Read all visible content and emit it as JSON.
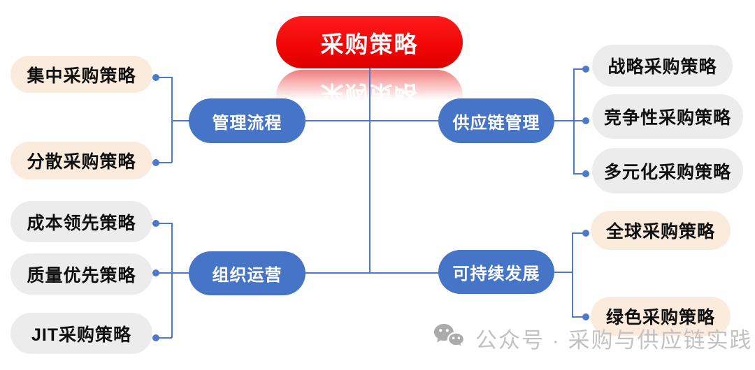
{
  "diagram": {
    "root": "采购策略",
    "groups": [
      {
        "branch": "管理流程",
        "side": "left-top",
        "leaves": [
          "集中采购策略",
          "分散采购策略"
        ],
        "leaf_style": "peach"
      },
      {
        "branch": "供应链管理",
        "side": "right-top",
        "leaves": [
          "战略采购策略",
          "竞争性采购策略",
          "多元化采购策略"
        ],
        "leaf_style": "gray"
      },
      {
        "branch": "组织运营",
        "side": "left-bottom",
        "leaves": [
          "成本领先策略",
          "质量优先策略",
          "JIT采购策略"
        ],
        "leaf_style": "gray"
      },
      {
        "branch": "可持续发展",
        "side": "right-bottom",
        "leaves": [
          "全球采购策略",
          "绿色采购策略"
        ],
        "leaf_style": "peach"
      }
    ]
  },
  "watermark": {
    "icon": "wechat-icon",
    "text": "公众号 · 采购与供应链实践"
  },
  "colors": {
    "root_bg": "#f10505",
    "branch_bg": "#4674c6",
    "leaf_peach": "#faebdd",
    "leaf_gray": "#ececec",
    "connector": "#4c79c9",
    "watermark_text": "#c2c2c2"
  }
}
